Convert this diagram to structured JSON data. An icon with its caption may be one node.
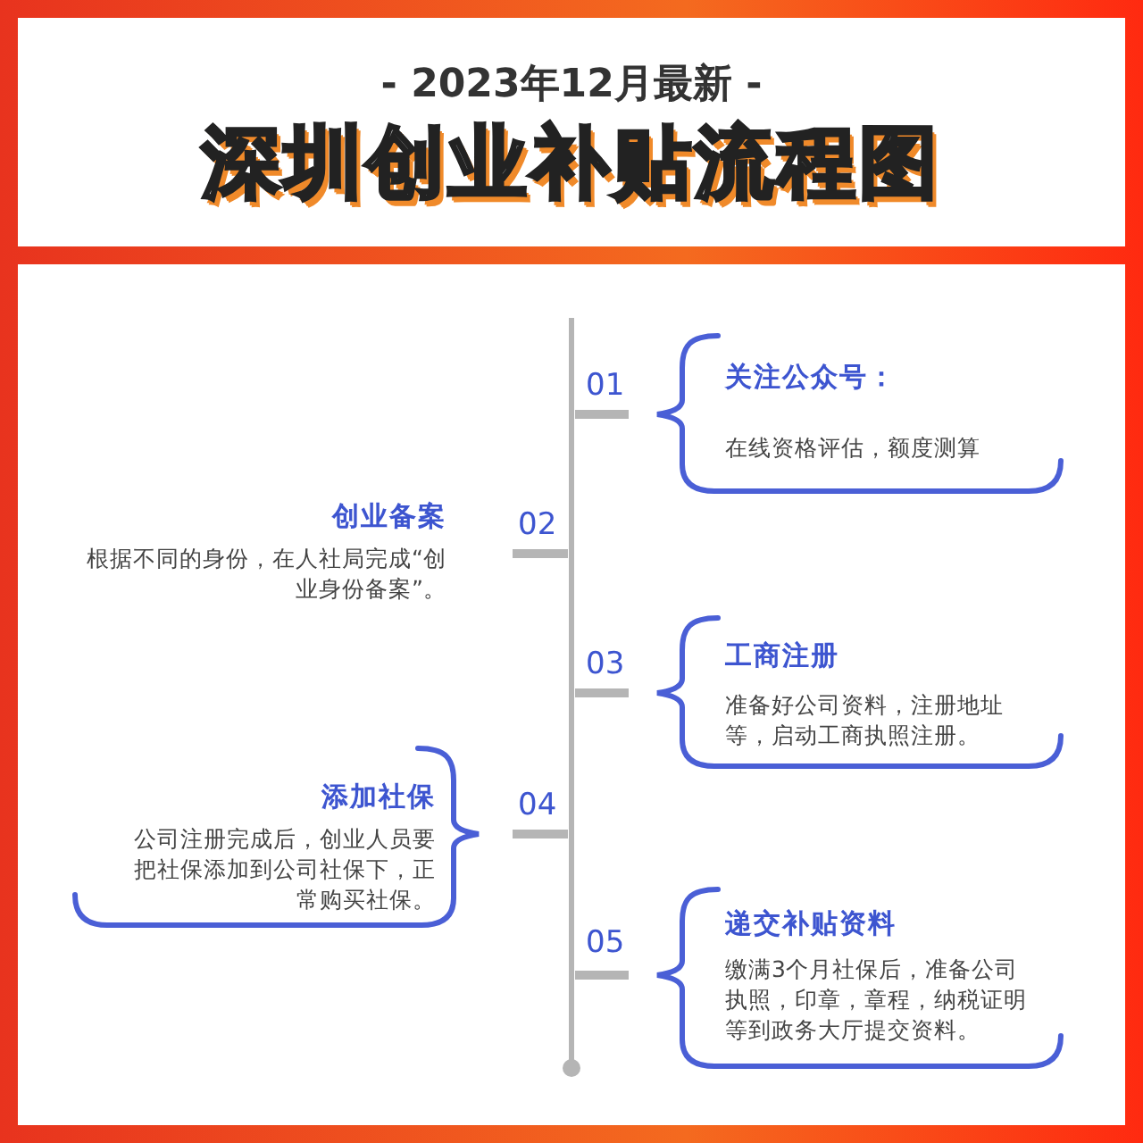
{
  "diagram": {
    "title": "深圳创业补贴流程图",
    "nodes": [
      {
        "text": [
          "关注公众号：",
          "在线资格评估，额度测算"
        ],
        "beside": [
          "01"
        ]
      },
      {
        "text": [
          "创业备案",
          "根据不同的身份，在人社局完成“创业身份备案”。"
        ],
        "beside": [
          "02"
        ]
      },
      {
        "text": [
          "工商注册",
          "准备好公司资料，注册地址等，启动工商执照注册。"
        ],
        "beside": [
          "03"
        ]
      },
      {
        "text": [
          "添加社保",
          "公司注册完成后，创业人员要把社保添加到公司社保下，正常购买社保。"
        ],
        "beside": [
          "04"
        ]
      },
      {
        "text": [
          "递交补贴资料",
          "缴满3个月社保后，准备公司执照，印章，章程，纳税证明等到政务大厅提交资料。"
        ],
        "beside": [
          "05"
        ]
      }
    ],
    "labels": [
      "- 2023年12月最新 -"
    ]
  }
}
